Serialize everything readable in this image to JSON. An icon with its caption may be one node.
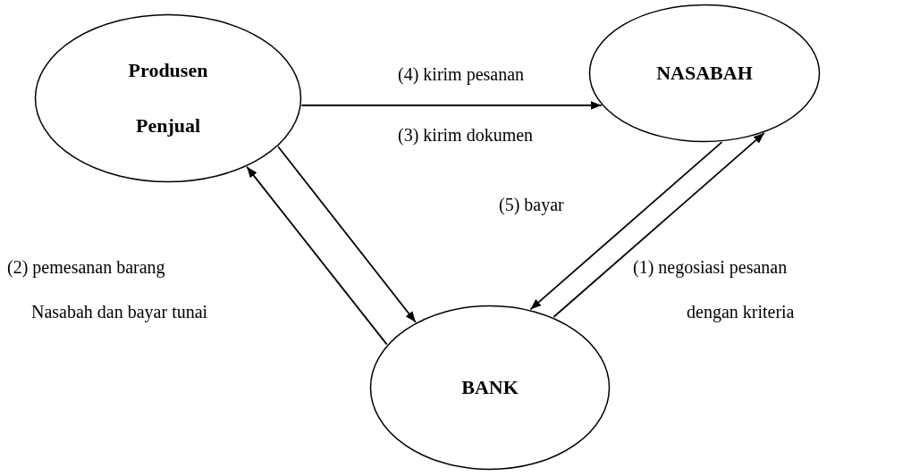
{
  "diagram": {
    "nodes": [
      {
        "text": [
          "Produsen",
          "Penjual"
        ]
      },
      {
        "text": [
          "NASABAH"
        ]
      },
      {
        "text": [
          "BANK"
        ]
      }
    ],
    "edges": [
      {
        "from": 0,
        "to": 1,
        "arrow": "to",
        "label": "(4) kirim pesanan"
      },
      {
        "from": 0,
        "to": 2,
        "arrow": "to"
      },
      {
        "from": 2,
        "to": 0,
        "arrow": "to"
      },
      {
        "from": 1,
        "to": 2,
        "arrow": "to",
        "label": "(5) bayar"
      },
      {
        "from": 2,
        "to": 1,
        "arrow": "to"
      }
    ],
    "labels": [
      "(3) kirim dokumen",
      "(2) pemesanan barang",
      "(1) negosiasi pesanan",
      "Nasabah dan bayar tunai",
      "dengan kriteria"
    ]
  }
}
